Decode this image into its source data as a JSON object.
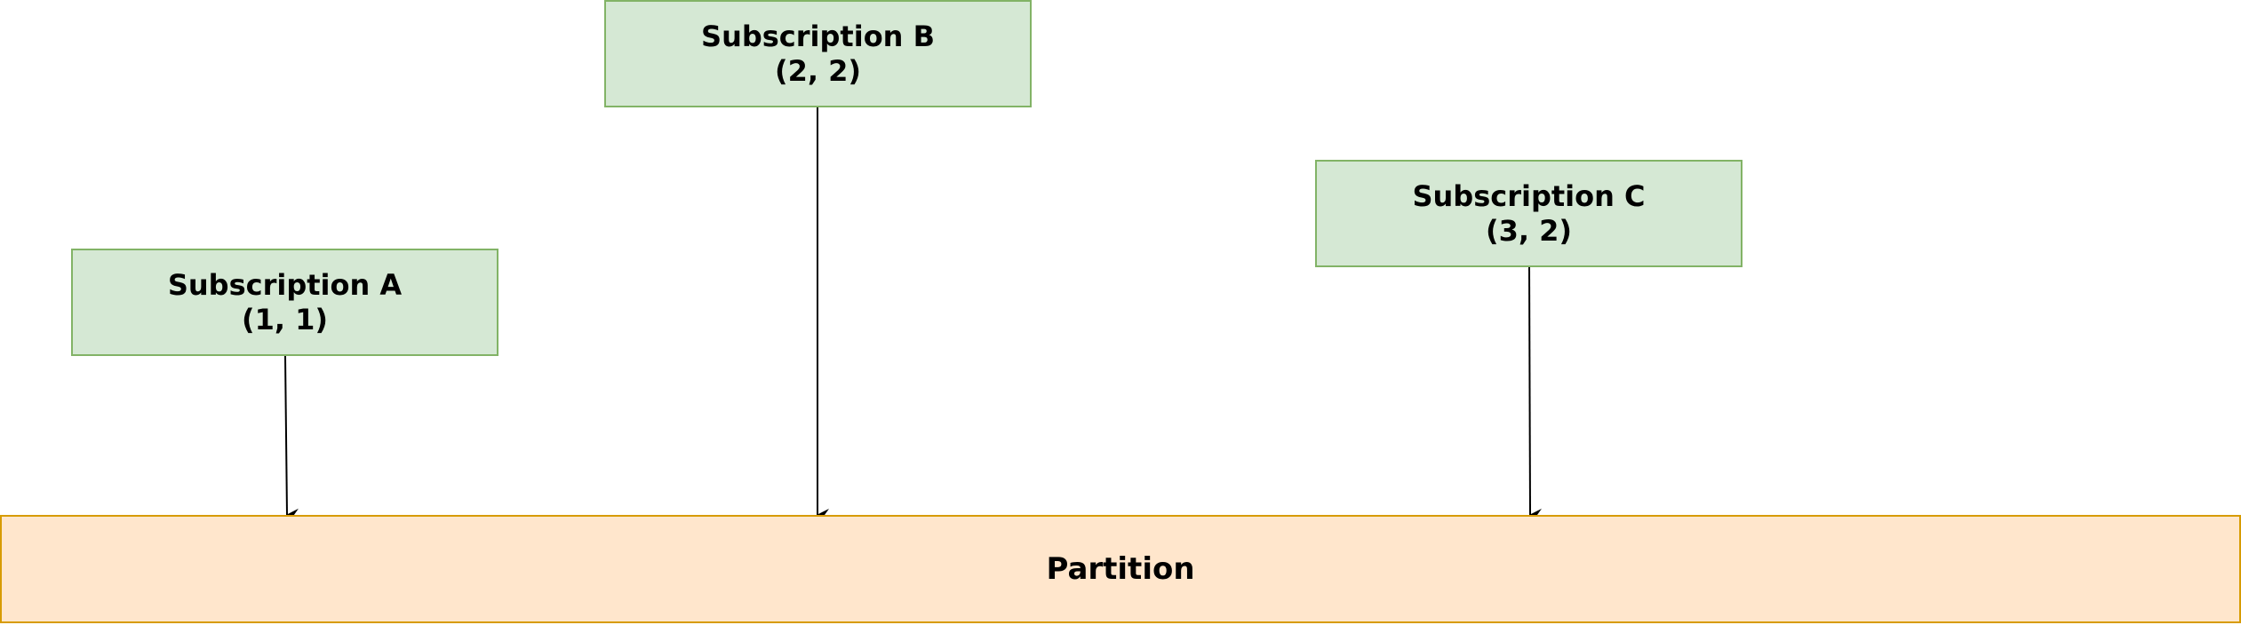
{
  "subscriptions": [
    {
      "name": "Subscription A",
      "position": "(1, 1)"
    },
    {
      "name": "Subscription B",
      "position": "(2, 2)"
    },
    {
      "name": "Subscription C",
      "position": "(3, 2)"
    }
  ],
  "partition": {
    "label": "Partition"
  },
  "colors": {
    "subscription_fill": "#d5e8d4",
    "subscription_stroke": "#82b366",
    "partition_fill": "#ffe6cc",
    "partition_stroke": "#d79b00",
    "arrow": "#000000"
  }
}
